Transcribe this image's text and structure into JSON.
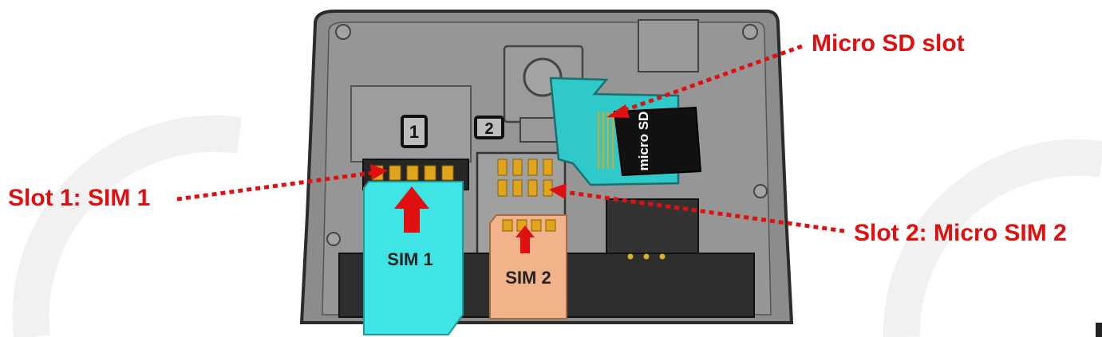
{
  "labels": {
    "micro_sd_slot": "Micro SD slot",
    "slot1": "Slot 1: SIM 1",
    "slot2": "Slot 2: Micro SIM 2"
  },
  "cards": {
    "sim1": "SIM 1",
    "sim2": "SIM 2",
    "slot_number_1": "1",
    "slot_number_2": "2",
    "micro_sd_logo": "micro SD"
  },
  "colors": {
    "callout_red": "#e01010",
    "sim1_cyan": "#3fe4e4",
    "sim2_peach": "#f3b38a",
    "phone_body": "#8a8a8a",
    "phone_dark": "#3a3a3a",
    "contact_gold": "#e0a51c",
    "sd_tray_teal": "#2fc9c9",
    "sd_card_black": "#111111"
  }
}
